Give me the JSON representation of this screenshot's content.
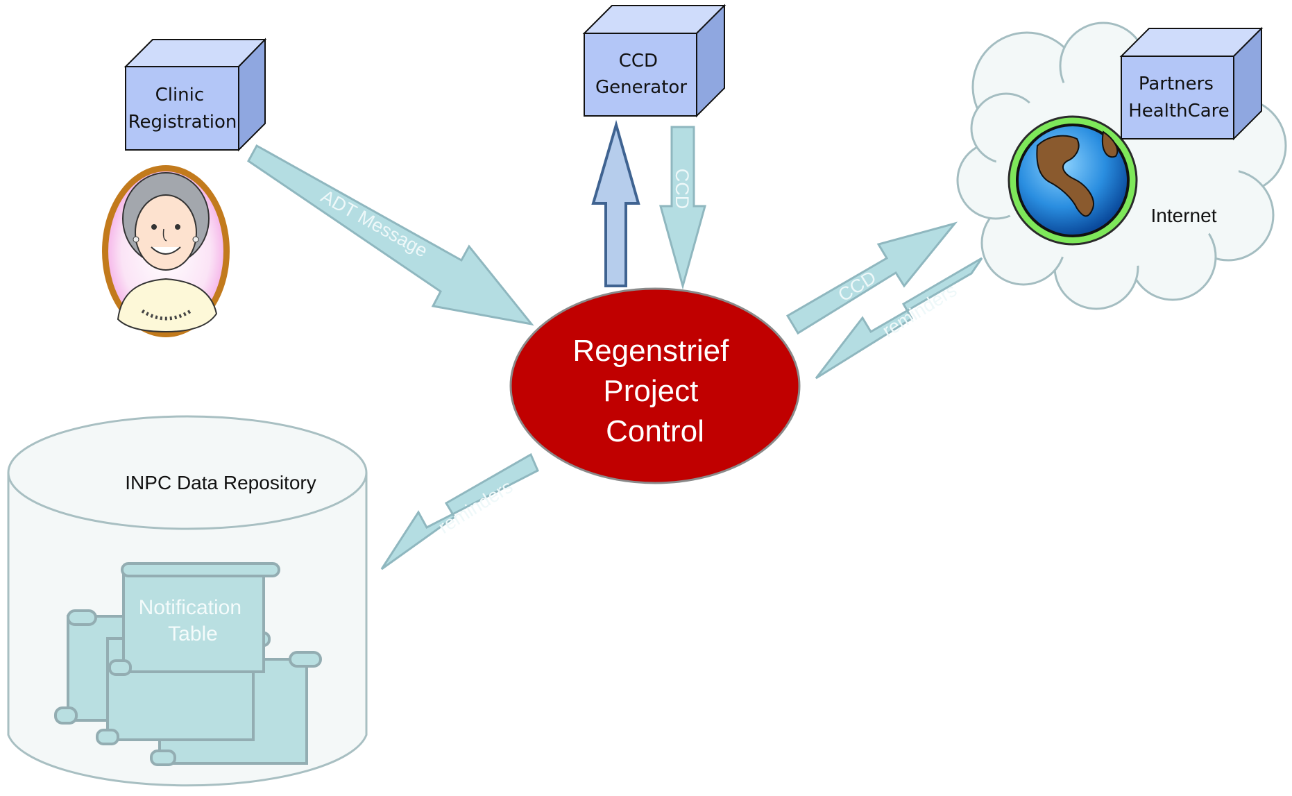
{
  "nodes": {
    "clinic_registration": {
      "lines": [
        "Clinic",
        "Registration"
      ]
    },
    "ccd_generator": {
      "lines": [
        "CCD",
        "Generator"
      ]
    },
    "partners_healthcare": {
      "lines": [
        "Partners",
        "HealthCare"
      ]
    },
    "internet": {
      "label": "Internet"
    },
    "control": {
      "lines": [
        "Regenstrief",
        "Project",
        "Control"
      ]
    },
    "repository": {
      "label": "INPC Data Repository"
    },
    "notification_table": {
      "lines": [
        "Notification",
        "Table"
      ]
    }
  },
  "edges": {
    "adt": "ADT Message",
    "ccd_down": "CCD",
    "ccd_out": "CCD",
    "reminders_in": "reminders",
    "reminders_repo": "reminders"
  },
  "colors": {
    "box_front": "#b3c6f7",
    "box_top": "#cfdcfb",
    "box_side": "#8fa7e0",
    "arrow_fill": "#b4dde2",
    "arrow_stroke": "#8fb7bf",
    "ellipse": "#c00000",
    "cloud_fill": "#f3f8f8",
    "cloud_stroke": "#a4bdc1",
    "scroll_fill": "#b9dfe1",
    "scroll_stroke": "#93adb2"
  },
  "icons": {
    "patient": "elderly-woman-portrait",
    "globe": "globe-icon"
  }
}
